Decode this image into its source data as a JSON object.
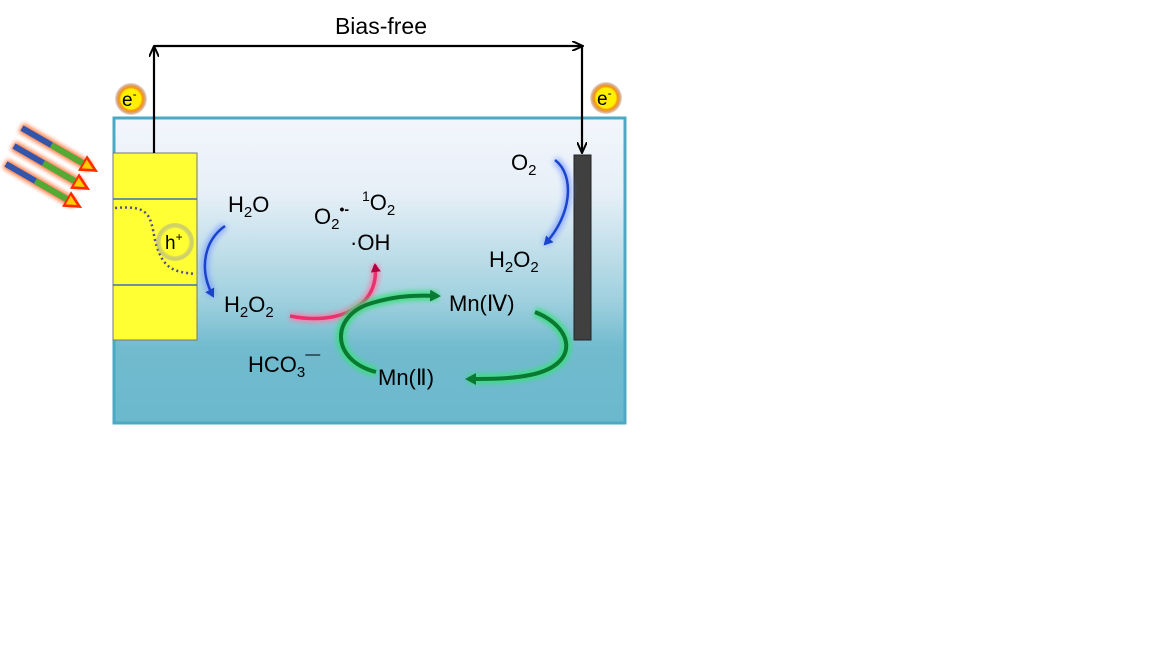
{
  "circuit": {
    "label": "Bias-free"
  },
  "electron": {
    "symbol": "e",
    "charge": "-"
  },
  "hole": {
    "symbol": "h",
    "charge": "+"
  },
  "species": {
    "h2o": {
      "main": "H",
      "sub": "2",
      "tail": "O"
    },
    "h2o2_left": {
      "a": "H",
      "a_sub": "2",
      "b": "O",
      "b_sub": "2"
    },
    "h2o2_right": {
      "a": "H",
      "a_sub": "2",
      "b": "O",
      "b_sub": "2"
    },
    "o2": {
      "main": "O",
      "sub": "2"
    },
    "superoxide": {
      "main": "O",
      "sub": "2",
      "sup": "•-"
    },
    "singlet_o2": {
      "pre_sup": "1",
      "main": "O",
      "sub": "2"
    },
    "hydroxyl": {
      "text": "·OH"
    },
    "mn4": {
      "text": "Mn(Ⅳ)"
    },
    "mn2": {
      "text": "Mn(Ⅱ)"
    },
    "bicarbonate": {
      "main": "HCO",
      "sub": "3",
      "sup": "—"
    }
  },
  "colors": {
    "electrolyte_top": "#f2f5fb",
    "electrolyte_bottom": "#6fbbcf",
    "tank_border": "#4aaac4",
    "photoanode": "#ffff33",
    "cathode": "#404040",
    "blue_arrow": "#1a44cc",
    "pink_arrow": "#e8326e",
    "green_arrow": "#0a7a32",
    "electron_badge": "#ffee00"
  }
}
